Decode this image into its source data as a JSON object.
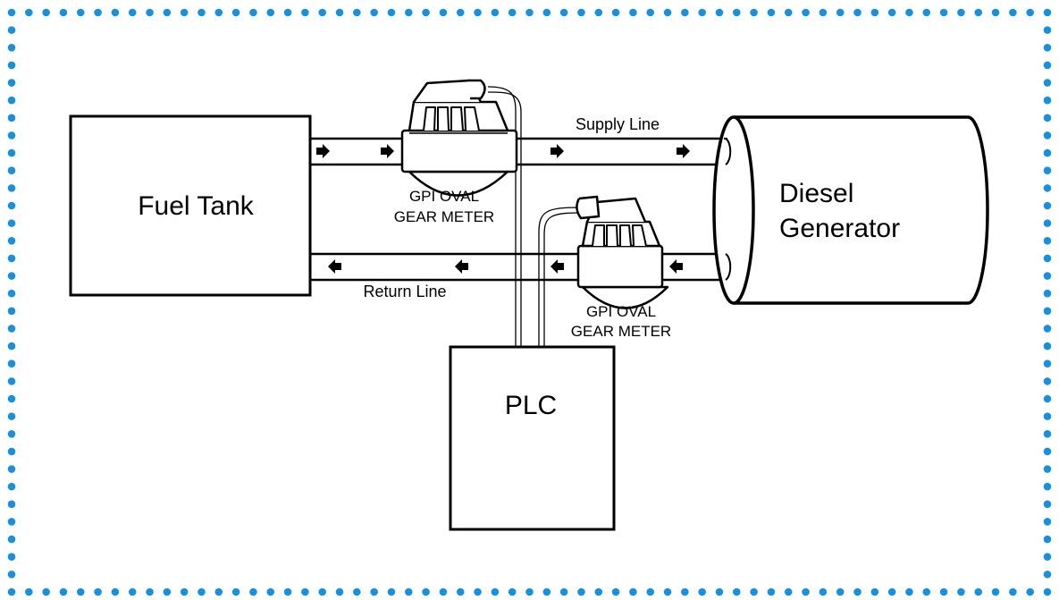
{
  "fuel_tank": {
    "label": "Fuel Tank"
  },
  "generator": {
    "label_line1": "Diesel",
    "label_line2": "Generator"
  },
  "plc": {
    "label": "PLC"
  },
  "supply_line": {
    "label": "Supply Line"
  },
  "return_line": {
    "label": "Return Line"
  },
  "supply_meter": {
    "label_line1": "GPI OVAL",
    "label_line2": "GEAR METER"
  },
  "return_meter": {
    "label_line1": "GPI OVAL",
    "label_line2": "GEAR METER"
  },
  "colors": {
    "border_dots": "#1c8fd6",
    "stroke": "#000000",
    "background": "#ffffff"
  }
}
